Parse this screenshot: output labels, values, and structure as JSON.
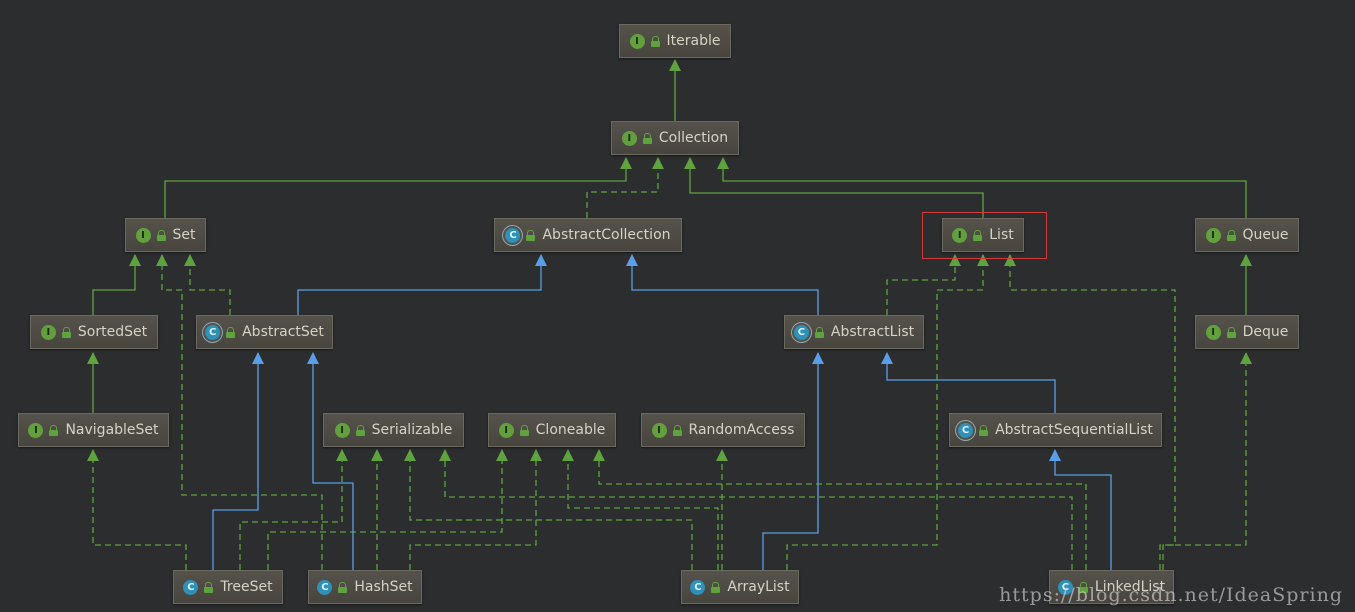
{
  "nodes": {
    "iterable": {
      "name": "Iterable",
      "kind": "interface"
    },
    "collection": {
      "name": "Collection",
      "kind": "interface"
    },
    "set": {
      "name": "Set",
      "kind": "interface"
    },
    "abstract_collection": {
      "name": "AbstractCollection",
      "kind": "abstract-class"
    },
    "list": {
      "name": "List",
      "kind": "interface"
    },
    "queue": {
      "name": "Queue",
      "kind": "interface"
    },
    "sorted_set": {
      "name": "SortedSet",
      "kind": "interface"
    },
    "abstract_set": {
      "name": "AbstractSet",
      "kind": "abstract-class"
    },
    "abstract_list": {
      "name": "AbstractList",
      "kind": "abstract-class"
    },
    "deque": {
      "name": "Deque",
      "kind": "interface"
    },
    "navigable_set": {
      "name": "NavigableSet",
      "kind": "interface"
    },
    "serializable": {
      "name": "Serializable",
      "kind": "interface"
    },
    "cloneable": {
      "name": "Cloneable",
      "kind": "interface"
    },
    "random_access": {
      "name": "RandomAccess",
      "kind": "interface"
    },
    "abstract_sequential_list": {
      "name": "AbstractSequentialList",
      "kind": "abstract-class"
    },
    "tree_set": {
      "name": "TreeSet",
      "kind": "class"
    },
    "hash_set": {
      "name": "HashSet",
      "kind": "class"
    },
    "array_list": {
      "name": "ArrayList",
      "kind": "class"
    },
    "linked_list": {
      "name": "LinkedList",
      "kind": "class"
    }
  },
  "badges": {
    "interface": "I",
    "class": "C"
  },
  "watermark": "https://blog.csdn.net/IdeaSpring",
  "colors": {
    "background": "#2b2d2f",
    "interface_edge": "#5fa33f",
    "class_edge": "#5a9ee8",
    "highlight": "#d23b3b"
  }
}
